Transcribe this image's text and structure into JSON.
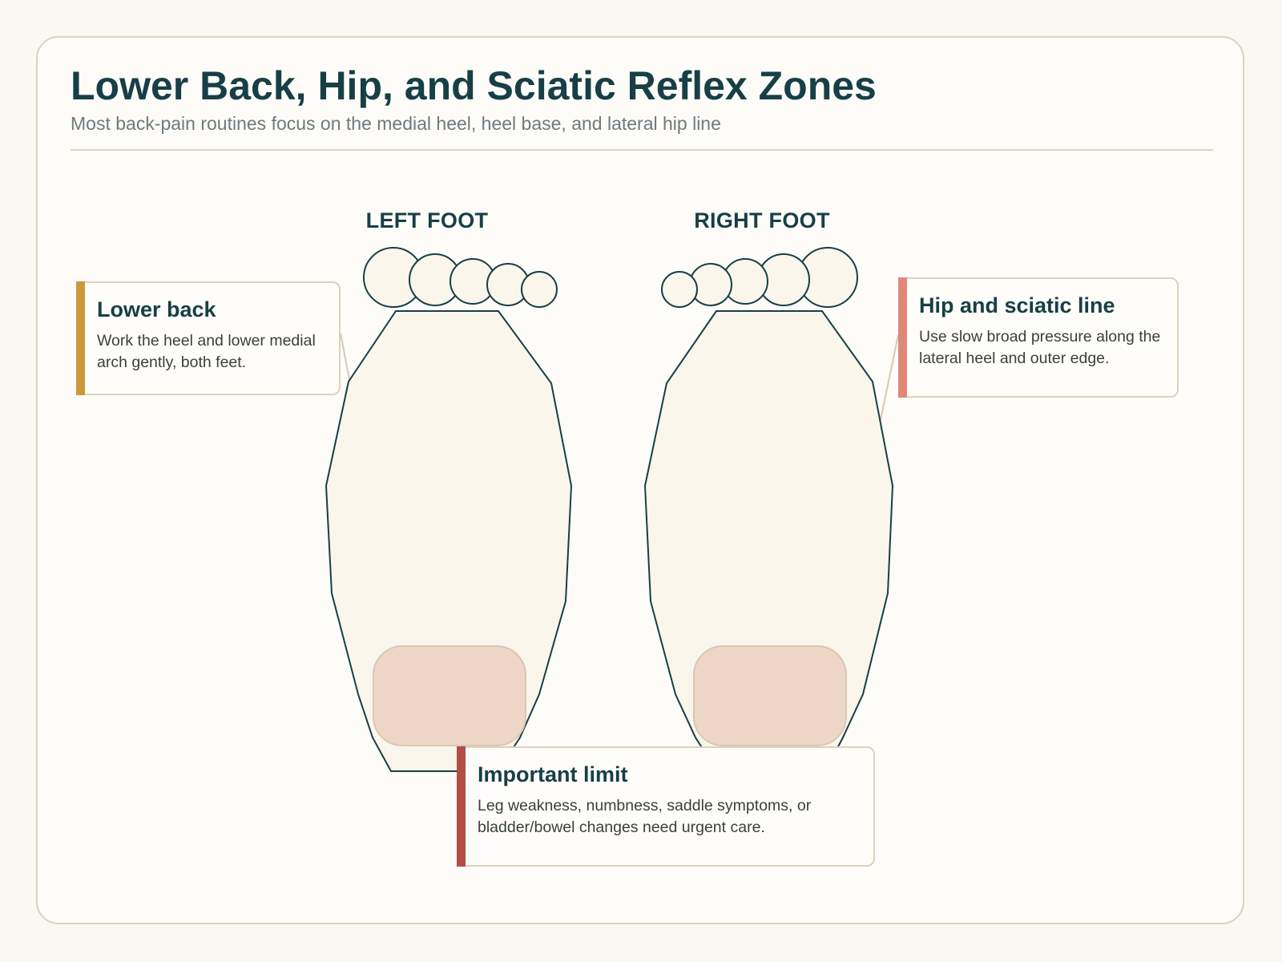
{
  "header": {
    "title": "Lower Back, Hip, and Sciatic Reflex Zones",
    "subtitle": "Most back-pain routines focus on the medial heel, heel base, and lateral hip line"
  },
  "feet": {
    "left_label": "LEFT FOOT",
    "right_label": "RIGHT FOOT"
  },
  "callouts": {
    "lower_back": {
      "title": "Lower back",
      "body": "Work the heel and lower medial arch gently, both feet.",
      "accent": "#c99a3a"
    },
    "hip_sciatic": {
      "title": "Hip and sciatic line",
      "body": "Use slow broad pressure along the lateral heel and outer edge.",
      "accent": "#df887a"
    },
    "important_limit": {
      "title": "Important limit",
      "body": "Leg weakness, numbness, saddle symptoms, or bladder/bowel changes need urgent care.",
      "accent": "#b24e45"
    }
  },
  "colors": {
    "ink": "#173f46",
    "foot_fill": "#faf6ec",
    "zone_fill": "#eed7c6",
    "zone_stroke": "#dcc6b2",
    "border": "#ddd2bd"
  }
}
